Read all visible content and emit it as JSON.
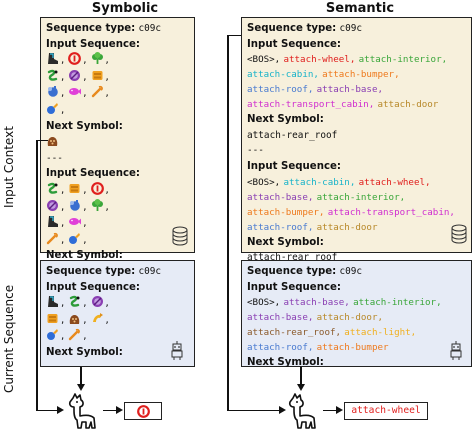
{
  "titles": {
    "symbolic": "Symbolic",
    "semantic": "Semantic"
  },
  "side_labels": {
    "input_context": "Input Context",
    "current_sequence": "Current Sequence"
  },
  "labels": {
    "sequence_type": "Sequence type:",
    "input_sequence": "Input Sequence:",
    "next_symbol": "Next Symbol:",
    "separator": "---",
    "seq_id": "c09c"
  },
  "symbolic": {
    "context_block1_rows": [
      [
        "boot-icon",
        "red-ring-icon",
        "tree-icon"
      ],
      [
        "green-s-icon",
        "purple-ring-icon",
        "orange-box-icon"
      ],
      [
        "blue-hand-icon",
        "pink-fish-icon",
        "sword-icon"
      ],
      [
        "blue-drop-icon"
      ]
    ],
    "context_block2_rows": [
      [
        "green-s-icon",
        "orange-box-icon",
        "red-ring-icon"
      ],
      [
        "purple-ring-icon",
        "blue-hand-icon",
        "tree-icon"
      ],
      [
        "boot-icon",
        "pink-fish-icon"
      ],
      [
        "sword-icon",
        "blue-drop-icon"
      ]
    ],
    "current_rows": [
      [
        "boot-icon",
        "green-s-icon",
        "purple-ring-icon"
      ],
      [
        "orange-box-icon",
        "brown-bag-icon",
        "yellow-arrow-icon"
      ],
      [
        "blue-drop-icon",
        "sword-icon"
      ]
    ],
    "output_icon": "red-ring-icon"
  },
  "semantic": {
    "context_block1": [
      {
        "t": "<BOS>,",
        "c": "#111111"
      },
      {
        "t": "attach-wheel,",
        "c": "#e0201e"
      },
      {
        "t": "attach-interior,",
        "c": "#3aa63a"
      },
      {
        "t": "attach-cabin,",
        "c": "#18b3c9"
      },
      {
        "t": "attach-bumper,",
        "c": "#ee7a1e"
      },
      {
        "t": "attach-roof,",
        "c": "#4a7bd0"
      },
      {
        "t": "attach-base,",
        "c": "#8a3fb3"
      },
      {
        "t": "attach-transport_cabin,",
        "c": "#d02fcf"
      },
      {
        "t": "attach-door",
        "c": "#b8892a"
      }
    ],
    "context_block1_next": "attach-rear_roof",
    "context_block2": [
      {
        "t": "<BOS>,",
        "c": "#111111"
      },
      {
        "t": "attach-cabin,",
        "c": "#18b3c9"
      },
      {
        "t": "attach-wheel,",
        "c": "#e0201e"
      },
      {
        "t": "attach-base,",
        "c": "#8a3fb3"
      },
      {
        "t": "attach-interior,",
        "c": "#3aa63a"
      },
      {
        "t": "attach-bumper,",
        "c": "#ee7a1e"
      },
      {
        "t": "attach-transport_cabin,",
        "c": "#d02fcf"
      },
      {
        "t": "attach-roof,",
        "c": "#4a7bd0"
      },
      {
        "t": "attach-door",
        "c": "#b8892a"
      }
    ],
    "context_block2_next": "attach-rear_roof",
    "current": [
      {
        "t": "<BOS>,",
        "c": "#111111"
      },
      {
        "t": "attach-base,",
        "c": "#8a3fb3"
      },
      {
        "t": "attach-interior,",
        "c": "#3aa63a"
      },
      {
        "t": "attach-base,",
        "c": "#8a3fb3"
      },
      {
        "t": "attach-door,",
        "c": "#b8892a"
      },
      {
        "t": "attach-rear_roof,",
        "c": "#8b5a2b"
      },
      {
        "t": "attach-light,",
        "c": "#f0b020"
      },
      {
        "t": "attach-roof,",
        "c": "#4a7bd0"
      },
      {
        "t": "attach-bumper",
        "c": "#ee7a1e"
      }
    ],
    "output": "attach-wheel"
  },
  "colors": {
    "context_bg": "#f7f0dc",
    "current_bg": "#e6ebf6",
    "output_text": "#e0201e"
  }
}
